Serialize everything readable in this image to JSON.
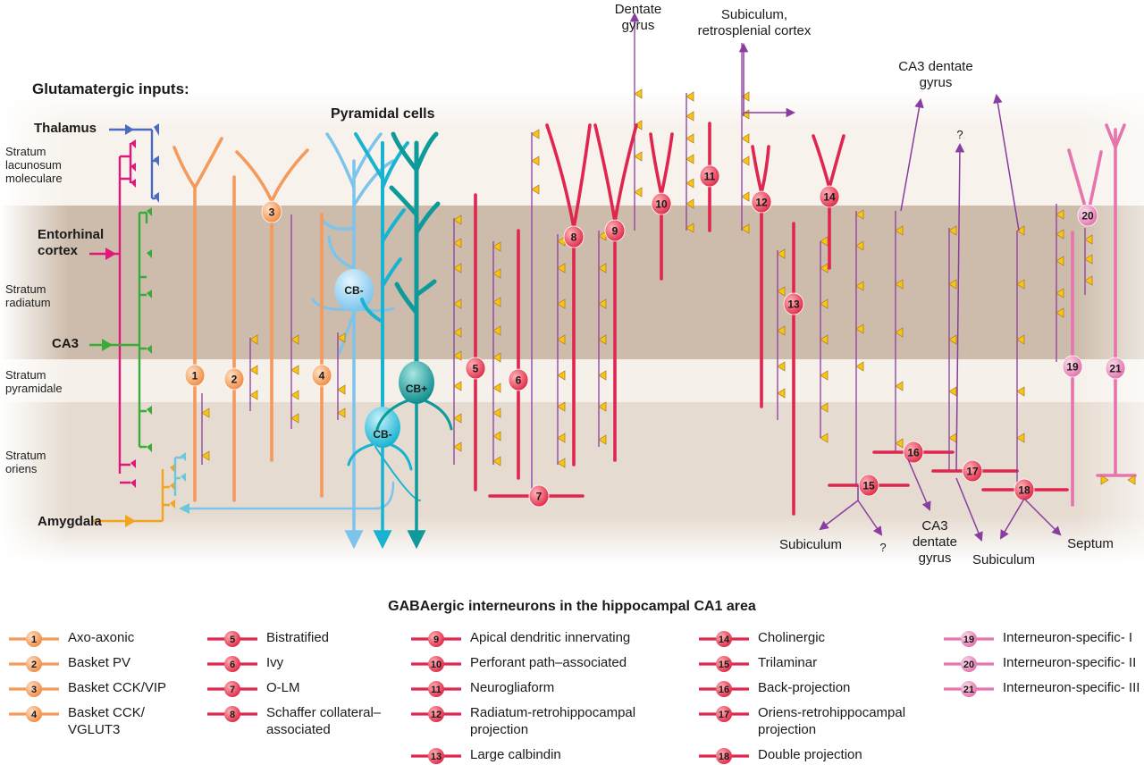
{
  "inputs_heading": "Glutamatergic inputs:",
  "pyramidal_heading": "Pyramidal cells",
  "layers": [
    {
      "name": "Stratum lacunosum moleculare"
    },
    {
      "name": "Stratum radiatum"
    },
    {
      "name": "Stratum pyramidale"
    },
    {
      "name": "Stratum oriens"
    }
  ],
  "inputs": [
    {
      "name": "Thalamus",
      "color": "#4a6bbf"
    },
    {
      "name": "Entorhinal cortex",
      "color": "#e0187c"
    },
    {
      "name": "CA3",
      "color": "#3aaa3a"
    },
    {
      "name": "Amygdala",
      "color": "#f2a51c"
    }
  ],
  "pyramidal_labels": {
    "cb_minus_top": "CB-",
    "cb_minus_bottom": "CB-",
    "cb_plus": "CB+"
  },
  "destinations": {
    "dentate_gyrus_top": "Dentate gyrus",
    "subiculum_retro": "Subiculum, retrosplenial cortex",
    "ca3_dg_top": "CA3 dentate gyrus",
    "question_top": "?",
    "subiculum_15": "Subiculum",
    "question_15": "?",
    "ca3_dg_16": "CA3 dentate gyrus",
    "subiculum_18": "Subiculum",
    "septum_18": "Septum"
  },
  "colors": {
    "orange": "#f39a5c",
    "red": "#e0254f",
    "pink": "#e774ad",
    "axon": "#8a3da0",
    "bouton": "#f5c518",
    "pyr_light": "#7cc4ec",
    "pyr_cyan": "#17b3d0",
    "pyr_teal": "#0e9a9a",
    "band_dark": "#c9b8a6",
    "band_light": "#f3ede6"
  },
  "legend": {
    "title": "GABAergic interneurons in the hippocampal CA1 area",
    "items": [
      {
        "num": "1",
        "label": "Axo-axonic",
        "color": "orange"
      },
      {
        "num": "2",
        "label": "Basket PV",
        "color": "orange"
      },
      {
        "num": "3",
        "label": "Basket CCK/VIP",
        "color": "orange"
      },
      {
        "num": "4",
        "label": "Basket CCK/ VGLUT3",
        "color": "orange"
      },
      {
        "num": "5",
        "label": "Bistratified",
        "color": "red"
      },
      {
        "num": "6",
        "label": "Ivy",
        "color": "red"
      },
      {
        "num": "7",
        "label": "O-LM",
        "color": "red"
      },
      {
        "num": "8",
        "label": "Schaffer collateral–associated",
        "color": "red"
      },
      {
        "num": "9",
        "label": "Apical dendritic innervating",
        "color": "red"
      },
      {
        "num": "10",
        "label": "Perforant path–associated",
        "color": "red"
      },
      {
        "num": "11",
        "label": "Neurogliaform",
        "color": "red"
      },
      {
        "num": "12",
        "label": "Radiatum-retrohippocampal projection",
        "color": "red"
      },
      {
        "num": "13",
        "label": "Large calbindin",
        "color": "red"
      },
      {
        "num": "14",
        "label": "Cholinergic",
        "color": "red"
      },
      {
        "num": "15",
        "label": "Trilaminar",
        "color": "red"
      },
      {
        "num": "16",
        "label": "Back-projection",
        "color": "red"
      },
      {
        "num": "17",
        "label": "Oriens-retrohippocampal projection",
        "color": "red"
      },
      {
        "num": "18",
        "label": "Double projection",
        "color": "red"
      },
      {
        "num": "19",
        "label": "Interneuron-specific- I",
        "color": "pink"
      },
      {
        "num": "20",
        "label": "Interneuron-specific- II",
        "color": "pink"
      },
      {
        "num": "21",
        "label": "Interneuron-specific- III",
        "color": "pink"
      }
    ]
  }
}
